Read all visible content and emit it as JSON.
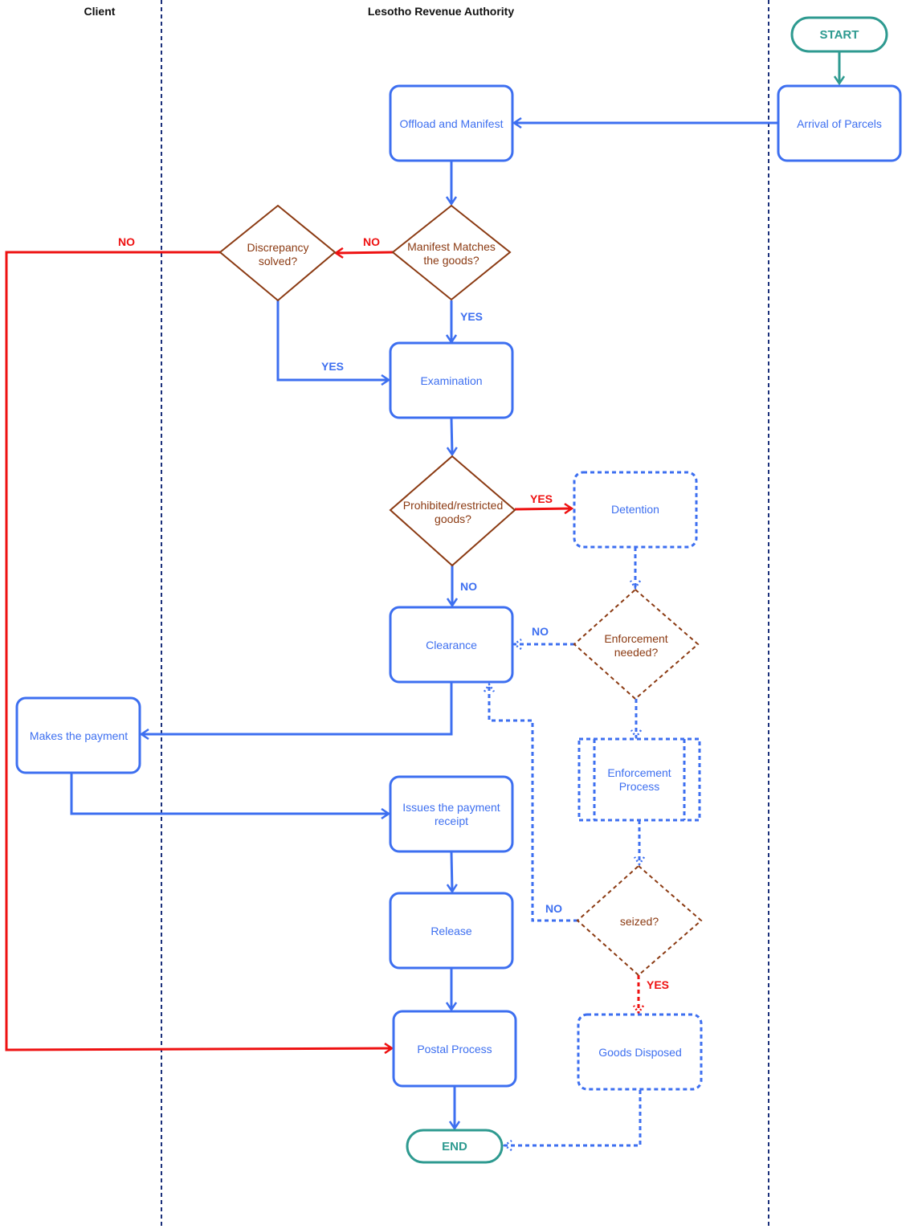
{
  "lanes": [
    {
      "id": "client",
      "title": "Client"
    },
    {
      "id": "lra",
      "title": "Lesotho Revenue Authority"
    },
    {
      "id": "external",
      "title": ""
    }
  ],
  "colors": {
    "process": "#3d6ff0",
    "decision": "#8b3a12",
    "terminal": "#2e9a90",
    "negative": "#ee1111",
    "lane_divider": "#1a2f7a"
  },
  "nodes": {
    "start": {
      "label": "START",
      "type": "terminal"
    },
    "arrival": {
      "label": "Arrival of Parcels",
      "type": "process"
    },
    "offload": {
      "label": "Offload and Manifest",
      "type": "process"
    },
    "manifest_match": {
      "label": [
        "Manifest Matches",
        "the goods?"
      ],
      "type": "decision"
    },
    "discrepancy": {
      "label": [
        "Discrepancy",
        "solved?"
      ],
      "type": "decision"
    },
    "examination": {
      "label": "Examination",
      "type": "process"
    },
    "prohibited": {
      "label": [
        "Prohibited/restricted",
        "goods?"
      ],
      "type": "decision"
    },
    "detention": {
      "label": "Detention",
      "type": "process-dashed"
    },
    "clearance": {
      "label": "Clearance",
      "type": "process"
    },
    "enforcement_needed": {
      "label": [
        "Enforcement",
        "needed?"
      ],
      "type": "decision-dashed"
    },
    "enforcement_process": {
      "label": [
        "Enforcement",
        "Process"
      ],
      "type": "subprocess-dashed"
    },
    "makes_payment": {
      "label": "Makes the payment",
      "type": "process"
    },
    "issues_receipt": {
      "label": [
        "Issues the payment",
        "receipt"
      ],
      "type": "process"
    },
    "seized": {
      "label": "seized?",
      "type": "decision-dashed"
    },
    "release": {
      "label": "Release",
      "type": "process"
    },
    "postal": {
      "label": "Postal Process",
      "type": "process"
    },
    "goods_disposed": {
      "label": "Goods Disposed",
      "type": "process-dashed"
    },
    "end": {
      "label": "END",
      "type": "terminal"
    }
  },
  "edges": [
    {
      "from": "start",
      "to": "arrival",
      "label": ""
    },
    {
      "from": "arrival",
      "to": "offload",
      "label": ""
    },
    {
      "from": "offload",
      "to": "manifest_match",
      "label": ""
    },
    {
      "from": "manifest_match",
      "to": "discrepancy",
      "label": "NO"
    },
    {
      "from": "manifest_match",
      "to": "examination",
      "label": "YES"
    },
    {
      "from": "discrepancy",
      "to": "examination",
      "label": "YES"
    },
    {
      "from": "discrepancy",
      "to": "postal",
      "label": "NO"
    },
    {
      "from": "examination",
      "to": "prohibited",
      "label": ""
    },
    {
      "from": "prohibited",
      "to": "detention",
      "label": "YES"
    },
    {
      "from": "prohibited",
      "to": "clearance",
      "label": "NO"
    },
    {
      "from": "detention",
      "to": "enforcement_needed",
      "label": ""
    },
    {
      "from": "enforcement_needed",
      "to": "clearance",
      "label": "NO"
    },
    {
      "from": "enforcement_needed",
      "to": "enforcement_process",
      "label": ""
    },
    {
      "from": "enforcement_process",
      "to": "seized",
      "label": ""
    },
    {
      "from": "seized",
      "to": "clearance",
      "label": "NO"
    },
    {
      "from": "seized",
      "to": "goods_disposed",
      "label": "YES"
    },
    {
      "from": "clearance",
      "to": "makes_payment",
      "label": ""
    },
    {
      "from": "makes_payment",
      "to": "issues_receipt",
      "label": ""
    },
    {
      "from": "issues_receipt",
      "to": "release",
      "label": ""
    },
    {
      "from": "release",
      "to": "postal",
      "label": ""
    },
    {
      "from": "postal",
      "to": "end",
      "label": ""
    },
    {
      "from": "goods_disposed",
      "to": "end",
      "label": ""
    }
  ],
  "labels": {
    "yes": "YES",
    "no": "NO"
  }
}
